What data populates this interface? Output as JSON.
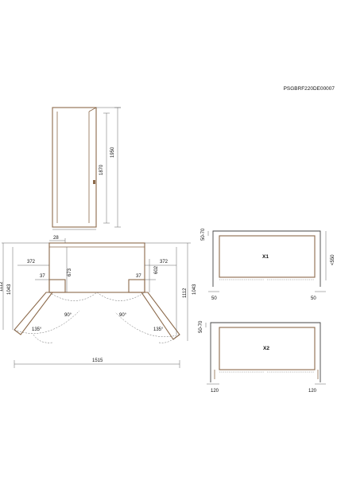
{
  "product_code": "PSGBRF220DE00007",
  "side_view": {
    "height_total": "1950",
    "height_body": "1870"
  },
  "top_view": {
    "width_total": "1515",
    "left": {
      "h_outer": "1112",
      "h_inner": "1043",
      "offset_top": "372",
      "offset_door": "37",
      "depth": "673",
      "angle_door": "90°",
      "angle_swing": "135°",
      "gap": "28"
    },
    "right": {
      "h_outer": "1112",
      "h_inner": "1043",
      "offset_top": "372",
      "offset_door": "37",
      "depth": "602",
      "angle_door": "90°",
      "angle_swing": "135°"
    }
  },
  "niche_x1": {
    "label": "X1",
    "top_gap": "50-70",
    "depth": "<550",
    "side_left": "50",
    "side_right": "50"
  },
  "niche_x2": {
    "label": "X2",
    "top_gap": "50-70",
    "side_left": "120",
    "side_right": "120"
  }
}
